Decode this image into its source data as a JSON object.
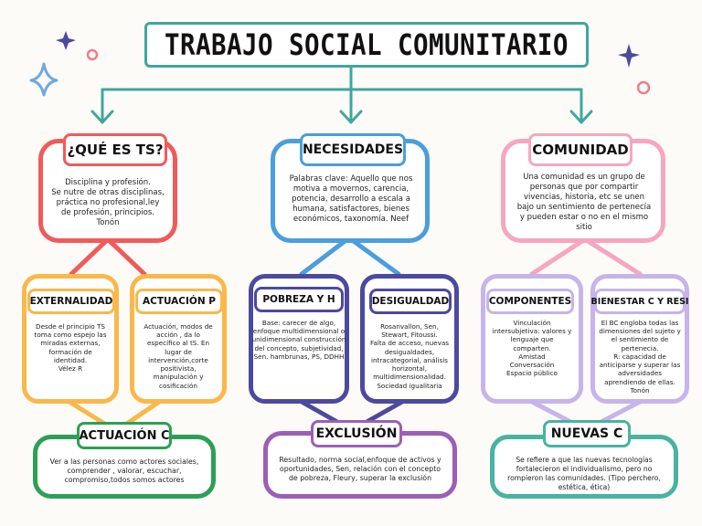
{
  "title": "TRABAJO SOCIAL COMUNITARIO",
  "colors": {
    "teal": "#3fa79c",
    "red": "#ef5b5b",
    "blue": "#4a9fdc",
    "pink": "#f6a6c1",
    "orange": "#f9b84a",
    "purple": "#4c4a9e",
    "lavender": "#c7b4ea",
    "green": "#2e9f56",
    "violet": "#9c5fb5",
    "mint": "#48b3a0"
  },
  "columns": {
    "ts": {
      "heading": "¿QUÉ ES TS?",
      "text": "Disciplina y profesión.\nSe nutre de otras disciplinas, práctica no profesional,ley de profesión, principios. Tonón"
    },
    "necesidades": {
      "heading": "NECESIDADES",
      "text": "Palabras clave: Aquello que nos motiva a movernos, carencia, potencia, desarrollo a escala a humana, satisfactores, bienes económicos, taxonomía. Neef"
    },
    "comunidad": {
      "heading": "COMUNIDAD",
      "text": "Una comunidad es un grupo de personas que por compartir vivencias, historia, etc se unen bajo un sentimiento de pertenecía y pueden estar o no en el mismo sitio"
    }
  },
  "subboxes": {
    "externalidad": {
      "heading": "EXTERNALIDAD",
      "text": "Desde el principio TS toma como espejo las miradas externas, formación de identidad.\nVélez R"
    },
    "actuacion_p": {
      "heading": "ACTUACIÓN P",
      "text": "Actuación, modos de acción , da lo específico al tS. En lugar de intervención,corte positivista, manipulación y cosificación"
    },
    "pobreza": {
      "heading": "POBREZA Y H",
      "text": "Base: carecer de algo, enfoque multidimensional o unidimensional construcción del concepto, subjetividad, Sen. hambrunas, PS, DDHH"
    },
    "desigualdad": {
      "heading": "DESIGUALDAD",
      "text": "Rosanvallon, Sen, Stewart, Fitoussi.\nFalta de acceso, nuevas desigualdades, intracategorial, análisis horizontal, multidimensionalidad.\nSociedad igualitaria"
    },
    "componentes": {
      "heading": "COMPONENTES",
      "text": "Vinculación intersubjetiva: valores y lenguaje que comparten.\nAmistad\nConversación\nEspacio público"
    },
    "bienestar": {
      "heading": "BIENESTAR C Y RESI",
      "text": "El BC engloba todas las dimensiones del sujeto y el sentimiento de pertenecia.\nR: capacidad de anticiparse y superar las adversidades aprendiendo de ellas. Tonón"
    }
  },
  "bottom": {
    "actuacion_c": {
      "heading": "ACTUACIÓN C",
      "text": "Ver  a las personas como actores sociales, comprender , valorar, escuchar, compromiso,todos somos actores"
    },
    "exclusion": {
      "heading": "EXCLUSIÓN",
      "text": "Resultado, norma social,enfoque de activos y oportunidades, Sen, relación con el concepto de pobreza, Fleury, superar la exclusión"
    },
    "nuevas_c": {
      "heading": "NUEVAS C",
      "text": "Se refiere a que las nuevas tecnologías fortalecieron el individualismo, pero no rompieron las comunidades. (Tipo perchero, estética, ética)"
    }
  },
  "decor": [
    "sparkle-icon",
    "sparkle-icon",
    "star-icon",
    "star-icon",
    "dot-icon"
  ]
}
